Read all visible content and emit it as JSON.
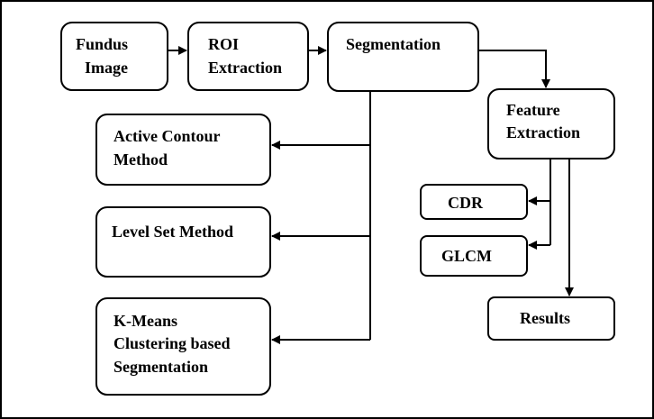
{
  "nodes": {
    "fundus": {
      "line1": "Fundus",
      "line2": "Image"
    },
    "roi": {
      "line1": "ROI",
      "line2": "Extraction"
    },
    "segmentation": {
      "line1": "Segmentation"
    },
    "active_contour": {
      "line1": "Active Contour",
      "line2": "Method"
    },
    "level_set": {
      "line1": "Level Set Method"
    },
    "kmeans": {
      "line1": "K-Means",
      "line2": "Clustering based",
      "line3": "Segmentation"
    },
    "feature": {
      "line1": "Feature",
      "line2": "Extraction"
    },
    "cdr": {
      "line1": "CDR"
    },
    "glcm": {
      "line1": "GLCM"
    },
    "results": {
      "line1": "Results"
    }
  },
  "colors": {
    "stroke": "#000000",
    "fill": "#ffffff"
  }
}
